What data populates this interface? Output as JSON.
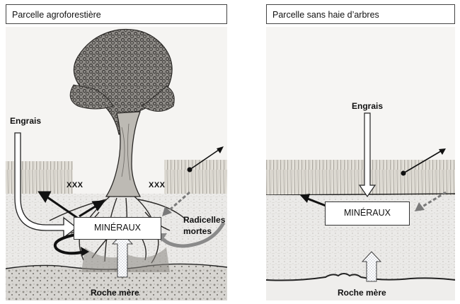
{
  "left_panel": {
    "title": "Parcelle agroforestière",
    "fertilizer_label": "Engrais",
    "minerals_label": "MINÉRAUX",
    "bedrock_label": "Roche mère",
    "dead_roots_label_line1": "Radicelles",
    "dead_roots_label_line2": "mortes",
    "marker_left": "XXX",
    "marker_right": "XXX"
  },
  "right_panel": {
    "title": "Parcelle sans haie d’arbres",
    "fertilizer_label": "Engrais",
    "minerals_label": "MINÉRAUX",
    "bedrock_label": "Roche mère"
  }
}
